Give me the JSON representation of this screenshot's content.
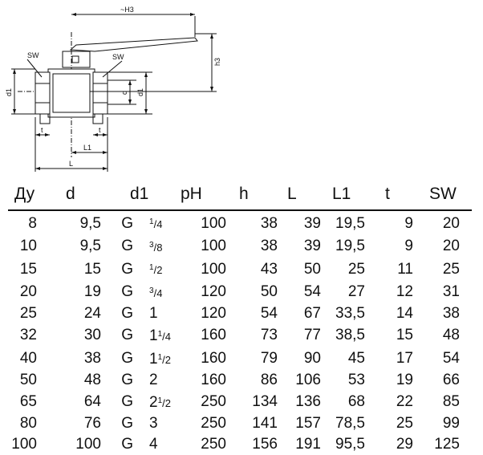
{
  "drawing": {
    "labels": {
      "h3": "~H3",
      "h3_vertical": "h3",
      "sw_left": "SW",
      "sw_right": "SW",
      "d1_left": "d1",
      "d_right": "d",
      "d1_right": "d1",
      "t_left": "t",
      "t_right": "t",
      "L1": "L1",
      "L": "L"
    }
  },
  "table": {
    "headers": [
      "Ду",
      "d",
      "d1",
      "pH",
      "h",
      "L",
      "L1",
      "t",
      "SW"
    ],
    "rows": [
      {
        "du": "8",
        "d": "9,5",
        "g": "G",
        "thread_whole": "",
        "thread_num": "1",
        "thread_den": "4",
        "ph": "100",
        "h": "38",
        "L": "39",
        "L1": "19,5",
        "t": "9",
        "sw": "20"
      },
      {
        "du": "10",
        "d": "9,5",
        "g": "G",
        "thread_whole": "",
        "thread_num": "3",
        "thread_den": "8",
        "ph": "100",
        "h": "38",
        "L": "39",
        "L1": "19,5",
        "t": "9",
        "sw": "20"
      },
      {
        "du": "15",
        "d": "15",
        "g": "G",
        "thread_whole": "",
        "thread_num": "1",
        "thread_den": "2",
        "ph": "100",
        "h": "43",
        "L": "50",
        "L1": "25",
        "t": "11",
        "sw": "25"
      },
      {
        "du": "20",
        "d": "19",
        "g": "G",
        "thread_whole": "",
        "thread_num": "3",
        "thread_den": "4",
        "ph": "120",
        "h": "50",
        "L": "54",
        "L1": "27",
        "t": "12",
        "sw": "31"
      },
      {
        "du": "25",
        "d": "24",
        "g": "G",
        "thread_whole": "1",
        "thread_num": "",
        "thread_den": "",
        "ph": "120",
        "h": "54",
        "L": "67",
        "L1": "33,5",
        "t": "14",
        "sw": "38"
      },
      {
        "du": "32",
        "d": "30",
        "g": "G",
        "thread_whole": "1",
        "thread_num": "1",
        "thread_den": "4",
        "ph": "160",
        "h": "73",
        "L": "77",
        "L1": "38,5",
        "t": "15",
        "sw": "48"
      },
      {
        "du": "40",
        "d": "38",
        "g": "G",
        "thread_whole": "1",
        "thread_num": "1",
        "thread_den": "2",
        "ph": "160",
        "h": "79",
        "L": "90",
        "L1": "45",
        "t": "17",
        "sw": "54"
      },
      {
        "du": "50",
        "d": "48",
        "g": "G",
        "thread_whole": "2",
        "thread_num": "",
        "thread_den": "",
        "ph": "160",
        "h": "86",
        "L": "106",
        "L1": "53",
        "t": "19",
        "sw": "66"
      },
      {
        "du": "65",
        "d": "64",
        "g": "G",
        "thread_whole": "2",
        "thread_num": "1",
        "thread_den": "2",
        "ph": "250",
        "h": "134",
        "L": "136",
        "L1": "68",
        "t": "22",
        "sw": "85"
      },
      {
        "du": "80",
        "d": "76",
        "g": "G",
        "thread_whole": "3",
        "thread_num": "",
        "thread_den": "",
        "ph": "250",
        "h": "141",
        "L": "157",
        "L1": "78,5",
        "t": "25",
        "sw": "99"
      },
      {
        "du": "100",
        "d": "100",
        "g": "G",
        "thread_whole": "4",
        "thread_num": "",
        "thread_den": "",
        "ph": "250",
        "h": "156",
        "L": "191",
        "L1": "95,5",
        "t": "29",
        "sw": "125"
      }
    ]
  }
}
